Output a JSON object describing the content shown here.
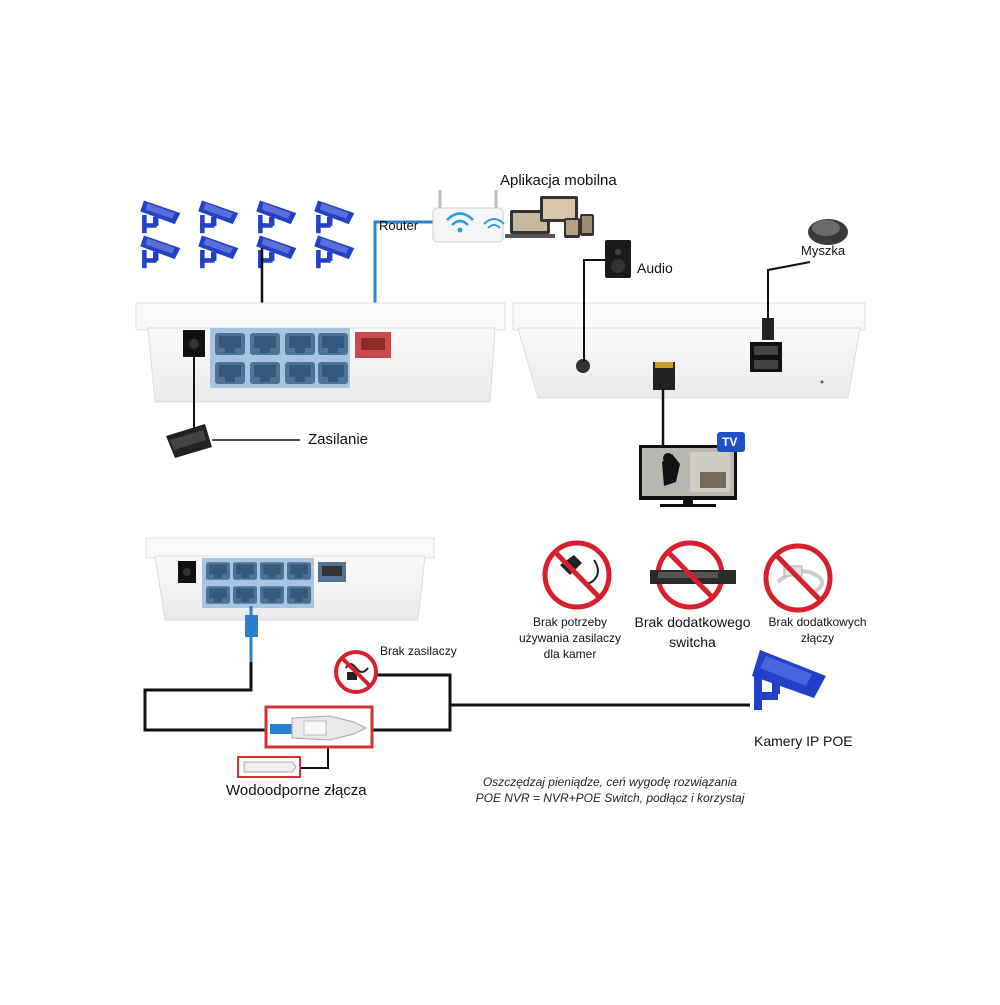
{
  "labels": {
    "mobile_app": "Aplikacja mobilna",
    "router": "Router",
    "audio": "Audio",
    "mouse": "Myszka",
    "power": "Zasilanie",
    "tv_badge": "TV",
    "no_adapters_cameras": [
      "Brak potrzeby",
      "używania zasilaczy",
      "dla kamer"
    ],
    "no_extra_switch": [
      "Brak dodatkowego",
      "switcha"
    ],
    "no_extra_connectors": [
      "Brak dodatkowych",
      "złączy"
    ],
    "no_adapters": "Brak zasilaczy",
    "waterproof": "Wodoodporne złącza",
    "ip_cameras": "Kamery IP POE",
    "footer": [
      "Oszczędzaj pieniądze, ceń wygodę rozwiązania",
      "POE NVR = NVR+POE Switch, podłącz i korzystaj"
    ]
  },
  "colors": {
    "camera_blue": "#2340c8",
    "cable_blue": "#2a7fd0",
    "port_panel": "#a8c4e0",
    "no_sign_red": "#d8202c",
    "box_red": "#d83030",
    "wire": "#111111"
  },
  "icons": {
    "cameras": "ip-camera-icon",
    "router": "wifi-router-icon",
    "devices": "devices-icon",
    "speaker": "speaker-icon",
    "mouse": "mouse-icon",
    "tv": "tv-icon",
    "adapter": "power-adapter-icon"
  }
}
